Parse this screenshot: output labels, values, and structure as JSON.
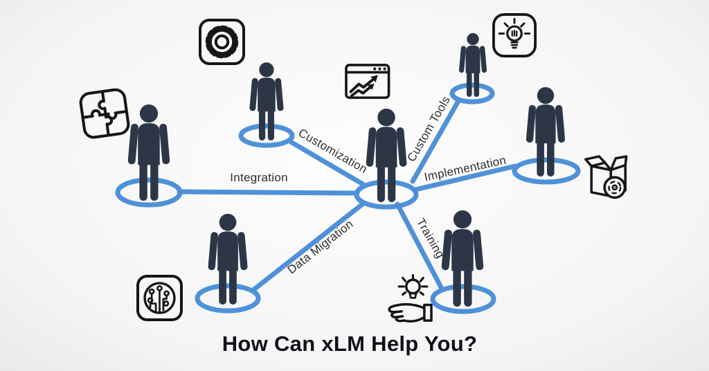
{
  "title": "How Can xLM Help You?",
  "connections": [
    {
      "id": "integration",
      "label": "Integration"
    },
    {
      "id": "customization",
      "label": "Customization"
    },
    {
      "id": "custom-tools",
      "label": "Custom Tools"
    },
    {
      "id": "implementation",
      "label": "Implementation"
    },
    {
      "id": "data-migration",
      "label": "Data Migration"
    },
    {
      "id": "training",
      "label": "Training"
    }
  ],
  "figures": {
    "count": 7,
    "style": "person-silhouette-on-blue-ring"
  },
  "icons": [
    "puzzle-icon",
    "gear-icon",
    "browser-chart-icon",
    "lightbulb-badge-icon",
    "software-box-cd-icon",
    "circuit-board-icon",
    "hand-lightbulb-icon"
  ],
  "colors": {
    "connector_blue": "#4e91d9",
    "figure_navy": "#2c3647",
    "label_gray": "#2e2e2e",
    "icon_black": "#161616",
    "title_dark": "#0e1118"
  }
}
